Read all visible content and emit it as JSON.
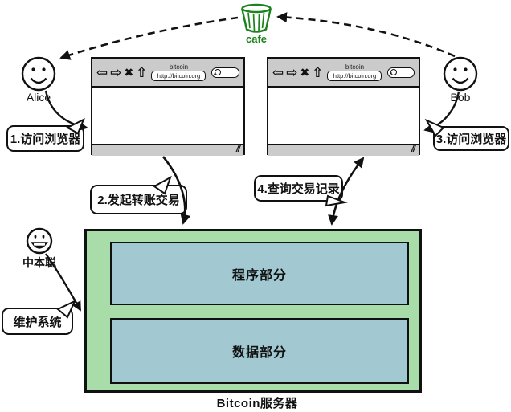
{
  "colors": {
    "server_fill": "#a8dca8",
    "part_fill": "#a2c9d2",
    "toolbar_gray": "#cbcbcb",
    "cafe_green": "#1b831b",
    "ink": "#111111"
  },
  "cafe": {
    "label": "cafe"
  },
  "actors": {
    "alice": "Alice",
    "bob": "Bob",
    "satoshi": "中本聪"
  },
  "browser": {
    "title": "bitcoin",
    "url": "http://bitcoin.org",
    "icons": {
      "back": "⇦",
      "forward": "⇨",
      "stop": "✖",
      "home": "⇧",
      "resize": "//"
    }
  },
  "bubbles": {
    "step1": "1.访问浏览器",
    "step2": "2.发起转账交易",
    "step3": "3.访问浏览器",
    "step4": "4.查询交易记录",
    "maintain": "维护系统"
  },
  "server": {
    "program": "程序部分",
    "data": "数据部分",
    "caption": "Bitcoin服务器"
  }
}
